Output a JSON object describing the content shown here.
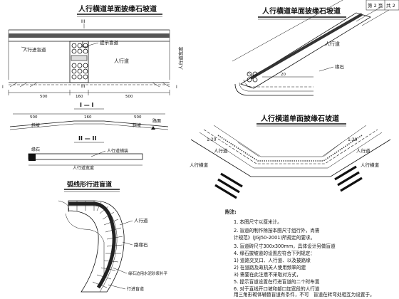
{
  "drawing_sheet": {
    "page_no": "第 2 页",
    "page_total": "共 2"
  },
  "plan_one": {
    "title": "人行横道单面披缘石坡道",
    "section_mark_top": "III",
    "section_mark_bottom": "III",
    "left_label": "人行进盲道",
    "prompt_label": "提示盲道",
    "crosswalk_label": "人行道",
    "right_label": "人行道宽度",
    "dims": [
      "500",
      "160",
      "500"
    ],
    "section_i_left": "I",
    "section_i_right": "I"
  },
  "section_one": {
    "title": "I — I",
    "dims": [
      "500",
      "160",
      "500"
    ],
    "left_label": "斜坡",
    "right_label": "斜坡",
    "curb_label": "路面"
  },
  "section_two": {
    "title": "II — II",
    "curb_label": "缘石",
    "walk_label": "人行道铺装",
    "width_label": "人行道宽度"
  },
  "arc_plan": {
    "title": "弧线形行进盲道",
    "sidewalk_label": "人行道",
    "curb_label": "路缘石",
    "tactile_label": "行进盲道",
    "fill_label": "缘石边用水泥砂浆补平"
  },
  "plan_two": {
    "title": "人行横道单面披缘石坡道",
    "sidewalk_label": "人行道",
    "curb_label": "缘石",
    "dim": "20"
  },
  "plan_three": {
    "title": "人行横道单面披缘石坡道",
    "left_sidewalk": "人行道",
    "right_sidewalk": "人行道",
    "left_crossing": "人行横道",
    "right_crossing": "人行横道",
    "slope_left": "1:20",
    "slope_right": "1:20"
  },
  "notes": {
    "heading": "附注:",
    "items": [
      "1. 本图尺寸以厘米计。",
      "2. 盲道的制作除按本图尺寸组行外，尚需",
      "   计规范》(JGJ50-2001)所规定的要求。",
      "3. 盲道砖尺寸300x300mm，具体设计另做盲道",
      "4. 缘石披坡道的设置应符合下列规定：",
      "   1) 道路交叉口、人行道、以及披路缘",
      "   2) 在道路及政机关人使用频率的建",
      "   3) 需要在此注意不采取对方式，",
      "5. 提示盲道设置在行进盲道的二个时布置",
      "6. 对于直线开口坡和部口加宽段的人行道",
      "   用三角形砌体辅替盲道有条件，不可",
      "   盲道在转弯处相互为设置于。"
    ]
  }
}
